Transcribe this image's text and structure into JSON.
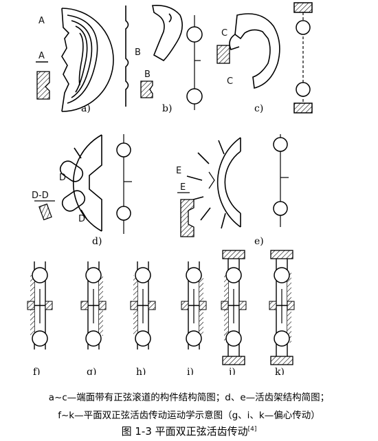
{
  "figure": {
    "panels": [
      "a)",
      "b)",
      "c)",
      "d)",
      "e)",
      "f)",
      "g)",
      "h)",
      "i)",
      "j)",
      "k)"
    ],
    "section_marks": {
      "a_top": "A",
      "a_sec": "A",
      "b": "B",
      "b_sec": "B",
      "c_upper": "C",
      "c_lower": "C",
      "d_upper": "D",
      "d_lower": "D",
      "d_sec": "D-D",
      "e": "E",
      "e_sec": "E"
    }
  },
  "caption": {
    "line1": "a~c—端面带有正弦滚道的构件结构简图；d、e—活齿架结构简图；",
    "line2": "f~k—平面双正弦活齿传动运动学示意图（g、i、k—偏心传动）",
    "title": "图 1-3 平面双正弦活齿传动",
    "ref": "[4]"
  }
}
